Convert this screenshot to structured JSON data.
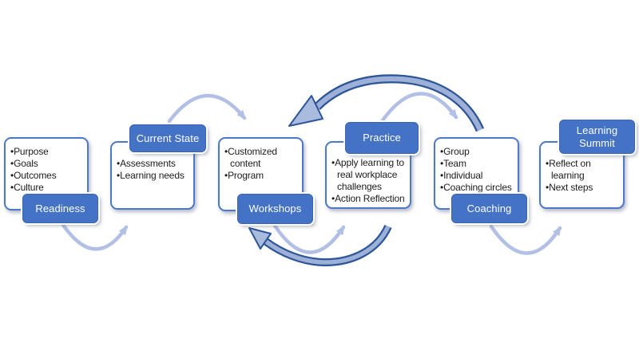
{
  "diagram": {
    "type": "process-flow",
    "stages": [
      {
        "label": "Readiness",
        "label_position": "bottom",
        "bullets": [
          "Purpose",
          "Goals",
          "Outcomes",
          "Culture"
        ]
      },
      {
        "label": "Current State",
        "label_position": "top",
        "bullets": [
          "Assessments",
          "Learning needs"
        ]
      },
      {
        "label": "Workshops",
        "label_position": "bottom",
        "bullets": [
          "Customized content",
          "Program"
        ]
      },
      {
        "label": "Practice",
        "label_position": "top",
        "bullets": [
          "Apply learning to real workplace challenges",
          "Action Reflection"
        ]
      },
      {
        "label": "Coaching",
        "label_position": "bottom",
        "bullets": [
          "Group",
          "Team",
          "Individual",
          "Coaching circles"
        ]
      },
      {
        "label": "Learning Summit",
        "label_position": "top",
        "bullets": [
          "Reflect on learning",
          "Next steps"
        ]
      }
    ],
    "connections": [
      {
        "from": "Readiness",
        "to": "Current State",
        "style": "light",
        "side": "bottom"
      },
      {
        "from": "Current State",
        "to": "Workshops",
        "style": "light",
        "side": "top"
      },
      {
        "from": "Workshops",
        "to": "Practice",
        "style": "light",
        "side": "bottom"
      },
      {
        "from": "Practice",
        "to": "Workshops",
        "style": "dark",
        "side": "bottom"
      },
      {
        "from": "Practice",
        "to": "Coaching",
        "style": "light",
        "side": "top"
      },
      {
        "from": "Coaching",
        "to": "Workshops",
        "style": "dark",
        "side": "top"
      },
      {
        "from": "Coaching",
        "to": "Learning Summit",
        "style": "light",
        "side": "bottom"
      }
    ],
    "colors": {
      "label_fill": "#4472c4",
      "label_text": "#ffffff",
      "box_background": "#ffffff",
      "box_border": "#4b79c9",
      "bullet_text": "#1c1c1c",
      "light_arrow": "#b3c0e5",
      "dark_arrow_fill": "#9cb0d8",
      "dark_arrow_head_fill": "#a9bcdf",
      "dark_arrow_outline": "#2e5597"
    }
  }
}
